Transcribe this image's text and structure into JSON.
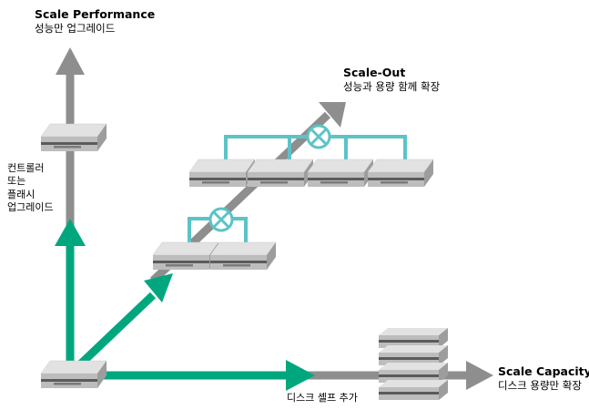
{
  "scale_performance": {
    "title": "Scale Performance",
    "subtitle": "성능만 업그레이드"
  },
  "scale_out": {
    "title": "Scale-Out",
    "subtitle": "성능과 용량 함께 확장"
  },
  "scale_capacity": {
    "title": "Scale Capacity",
    "subtitle": "디스크 용량만 확장"
  },
  "controller_upgrade_lines": [
    "컨트롤러",
    "또는",
    "플래시",
    "업그레이드"
  ],
  "disk_shelf_label": "디스크 셸프 추가",
  "colors": {
    "green": "#00a77e",
    "gray": "#8e8e8e",
    "teal": "#5cc3c7",
    "device_top": "#e0e0e0",
    "device_front": "#b9b9b9",
    "device_side": "#9c9c9c",
    "device_stripe": "#5b5b5b"
  }
}
